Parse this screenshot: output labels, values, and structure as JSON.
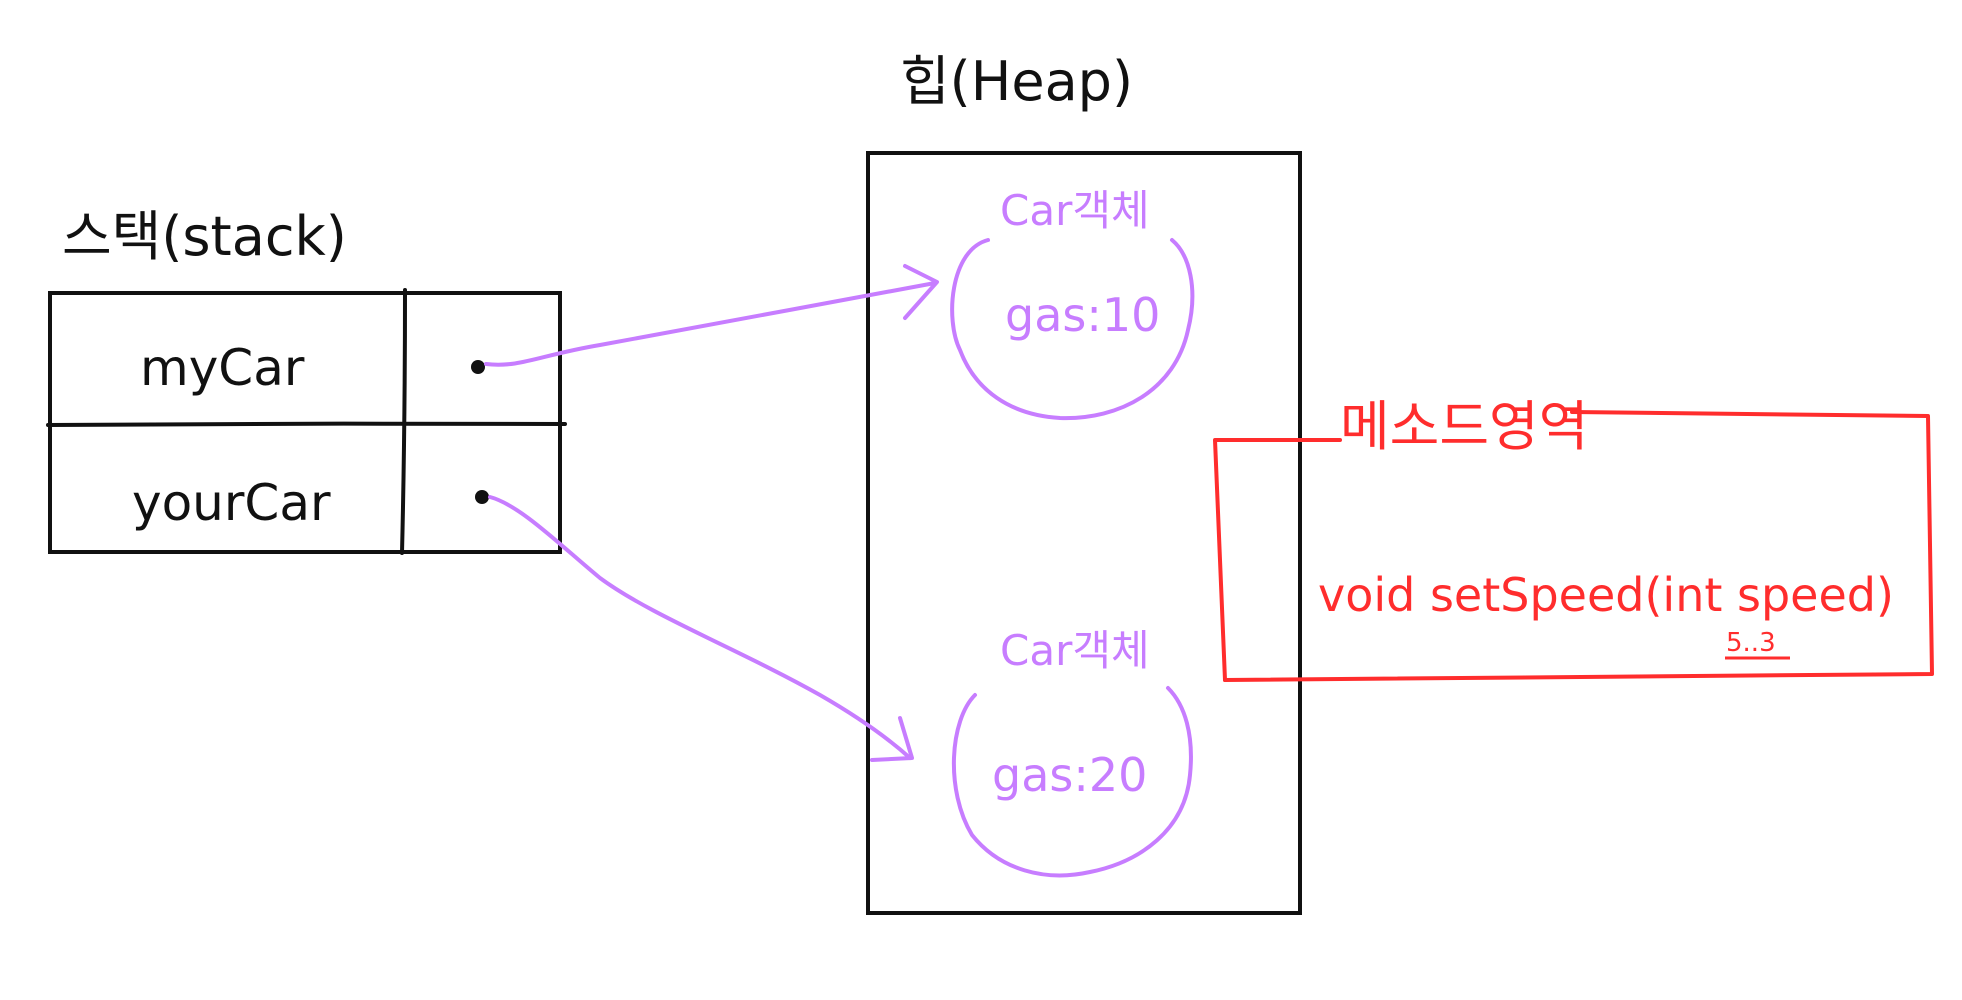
{
  "stack": {
    "title": "스택(stack)",
    "rows": [
      {
        "name": "myCar"
      },
      {
        "name": "yourCar"
      }
    ]
  },
  "heap": {
    "title": "힙(Heap)",
    "objects": [
      {
        "label": "Car객체",
        "field": "gas:10"
      },
      {
        "label": "Car객체",
        "field": "gas:20"
      }
    ]
  },
  "method_area": {
    "title": "메소드영역",
    "method": "void setSpeed(int speed)",
    "note": "5..3"
  },
  "colors": {
    "ink": "#111111",
    "reference": "#c77dff",
    "method_area": "#ff2d2d"
  }
}
